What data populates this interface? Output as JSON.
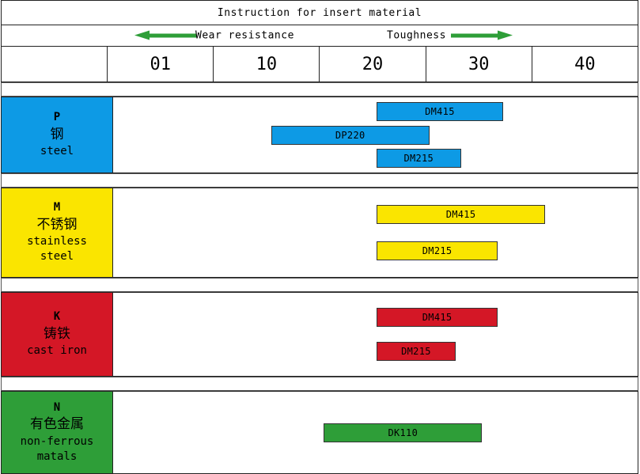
{
  "header": {
    "title": "Instruction for insert material",
    "wear_label": "Wear resistance",
    "toughness_label": "Toughness",
    "left_arrow_icon": "arrow-left-icon",
    "right_arrow_icon": "arrow-right-icon",
    "corner_blank": ""
  },
  "scale": {
    "ticks": [
      "01",
      "10",
      "20",
      "30",
      "40"
    ]
  },
  "colors": {
    "steel": "#0D9AE5",
    "stainless": "#FAE500",
    "cast_iron": "#D41726",
    "non_ferrous": "#2E9E38",
    "arrow_green": "#2E9E38",
    "border": "#222222",
    "background": "#FFFFFF"
  },
  "categories": [
    {
      "code": "P",
      "name_cn": "钢",
      "name_en": "steel",
      "color": "#0D9AE5",
      "bars": [
        {
          "label": "DM415",
          "start": 20.0,
          "end": 32.0
        },
        {
          "label": "DP220",
          "start": 10.0,
          "end": 25.0
        },
        {
          "label": "DM215",
          "start": 20.0,
          "end": 28.0
        }
      ]
    },
    {
      "code": "M",
      "name_cn": "不锈钢",
      "name_en": "stainless steel",
      "color": "#FAE500",
      "bars": [
        {
          "label": "DM415",
          "start": 20.0,
          "end": 36.0
        },
        {
          "label": "DM215",
          "start": 20.0,
          "end": 31.5
        }
      ]
    },
    {
      "code": "K",
      "name_cn": "铸铁",
      "name_en": "cast iron",
      "color": "#D41726",
      "bars": [
        {
          "label": "DM415",
          "start": 20.0,
          "end": 31.5
        },
        {
          "label": "DM215",
          "start": 20.0,
          "end": 27.5
        }
      ]
    },
    {
      "code": "N",
      "name_cn": "有色金属",
      "name_en": "non-ferrous matals",
      "color": "#2E9E38",
      "bars": [
        {
          "label": "DK110",
          "start": 15.0,
          "end": 30.0
        }
      ]
    }
  ],
  "chart_data": {
    "type": "bar",
    "title": "Instruction for insert material",
    "xlabel": "",
    "ylabel": "",
    "orientation": "horizontal-range",
    "axis_ticks": [
      "01",
      "10",
      "20",
      "30",
      "40"
    ],
    "axis_annotations": [
      {
        "text": "Wear resistance",
        "direction": "left",
        "color": "#2E9E38"
      },
      {
        "text": "Toughness",
        "direction": "right",
        "color": "#2E9E38"
      }
    ],
    "grid": true,
    "legend": "none",
    "groups": [
      {
        "group": "P",
        "group_cn": "钢",
        "group_en": "steel",
        "color": "#0D9AE5",
        "bars": [
          {
            "name": "DM415",
            "range": [
              20.0,
              32.0
            ]
          },
          {
            "name": "DP220",
            "range": [
              10.0,
              25.0
            ]
          },
          {
            "name": "DM215",
            "range": [
              20.0,
              28.0
            ]
          }
        ]
      },
      {
        "group": "M",
        "group_cn": "不锈钢",
        "group_en": "stainless steel",
        "color": "#FAE500",
        "bars": [
          {
            "name": "DM415",
            "range": [
              20.0,
              36.0
            ]
          },
          {
            "name": "DM215",
            "range": [
              20.0,
              31.5
            ]
          }
        ]
      },
      {
        "group": "K",
        "group_cn": "铸铁",
        "group_en": "cast iron",
        "color": "#D41726",
        "bars": [
          {
            "name": "DM415",
            "range": [
              20.0,
              31.5
            ]
          },
          {
            "name": "DM215",
            "range": [
              20.0,
              27.5
            ]
          }
        ]
      },
      {
        "group": "N",
        "group_cn": "有色金属",
        "group_en": "non-ferrous matals",
        "color": "#2E9E38",
        "bars": [
          {
            "name": "DK110",
            "range": [
              15.0,
              30.0
            ]
          }
        ]
      }
    ]
  }
}
